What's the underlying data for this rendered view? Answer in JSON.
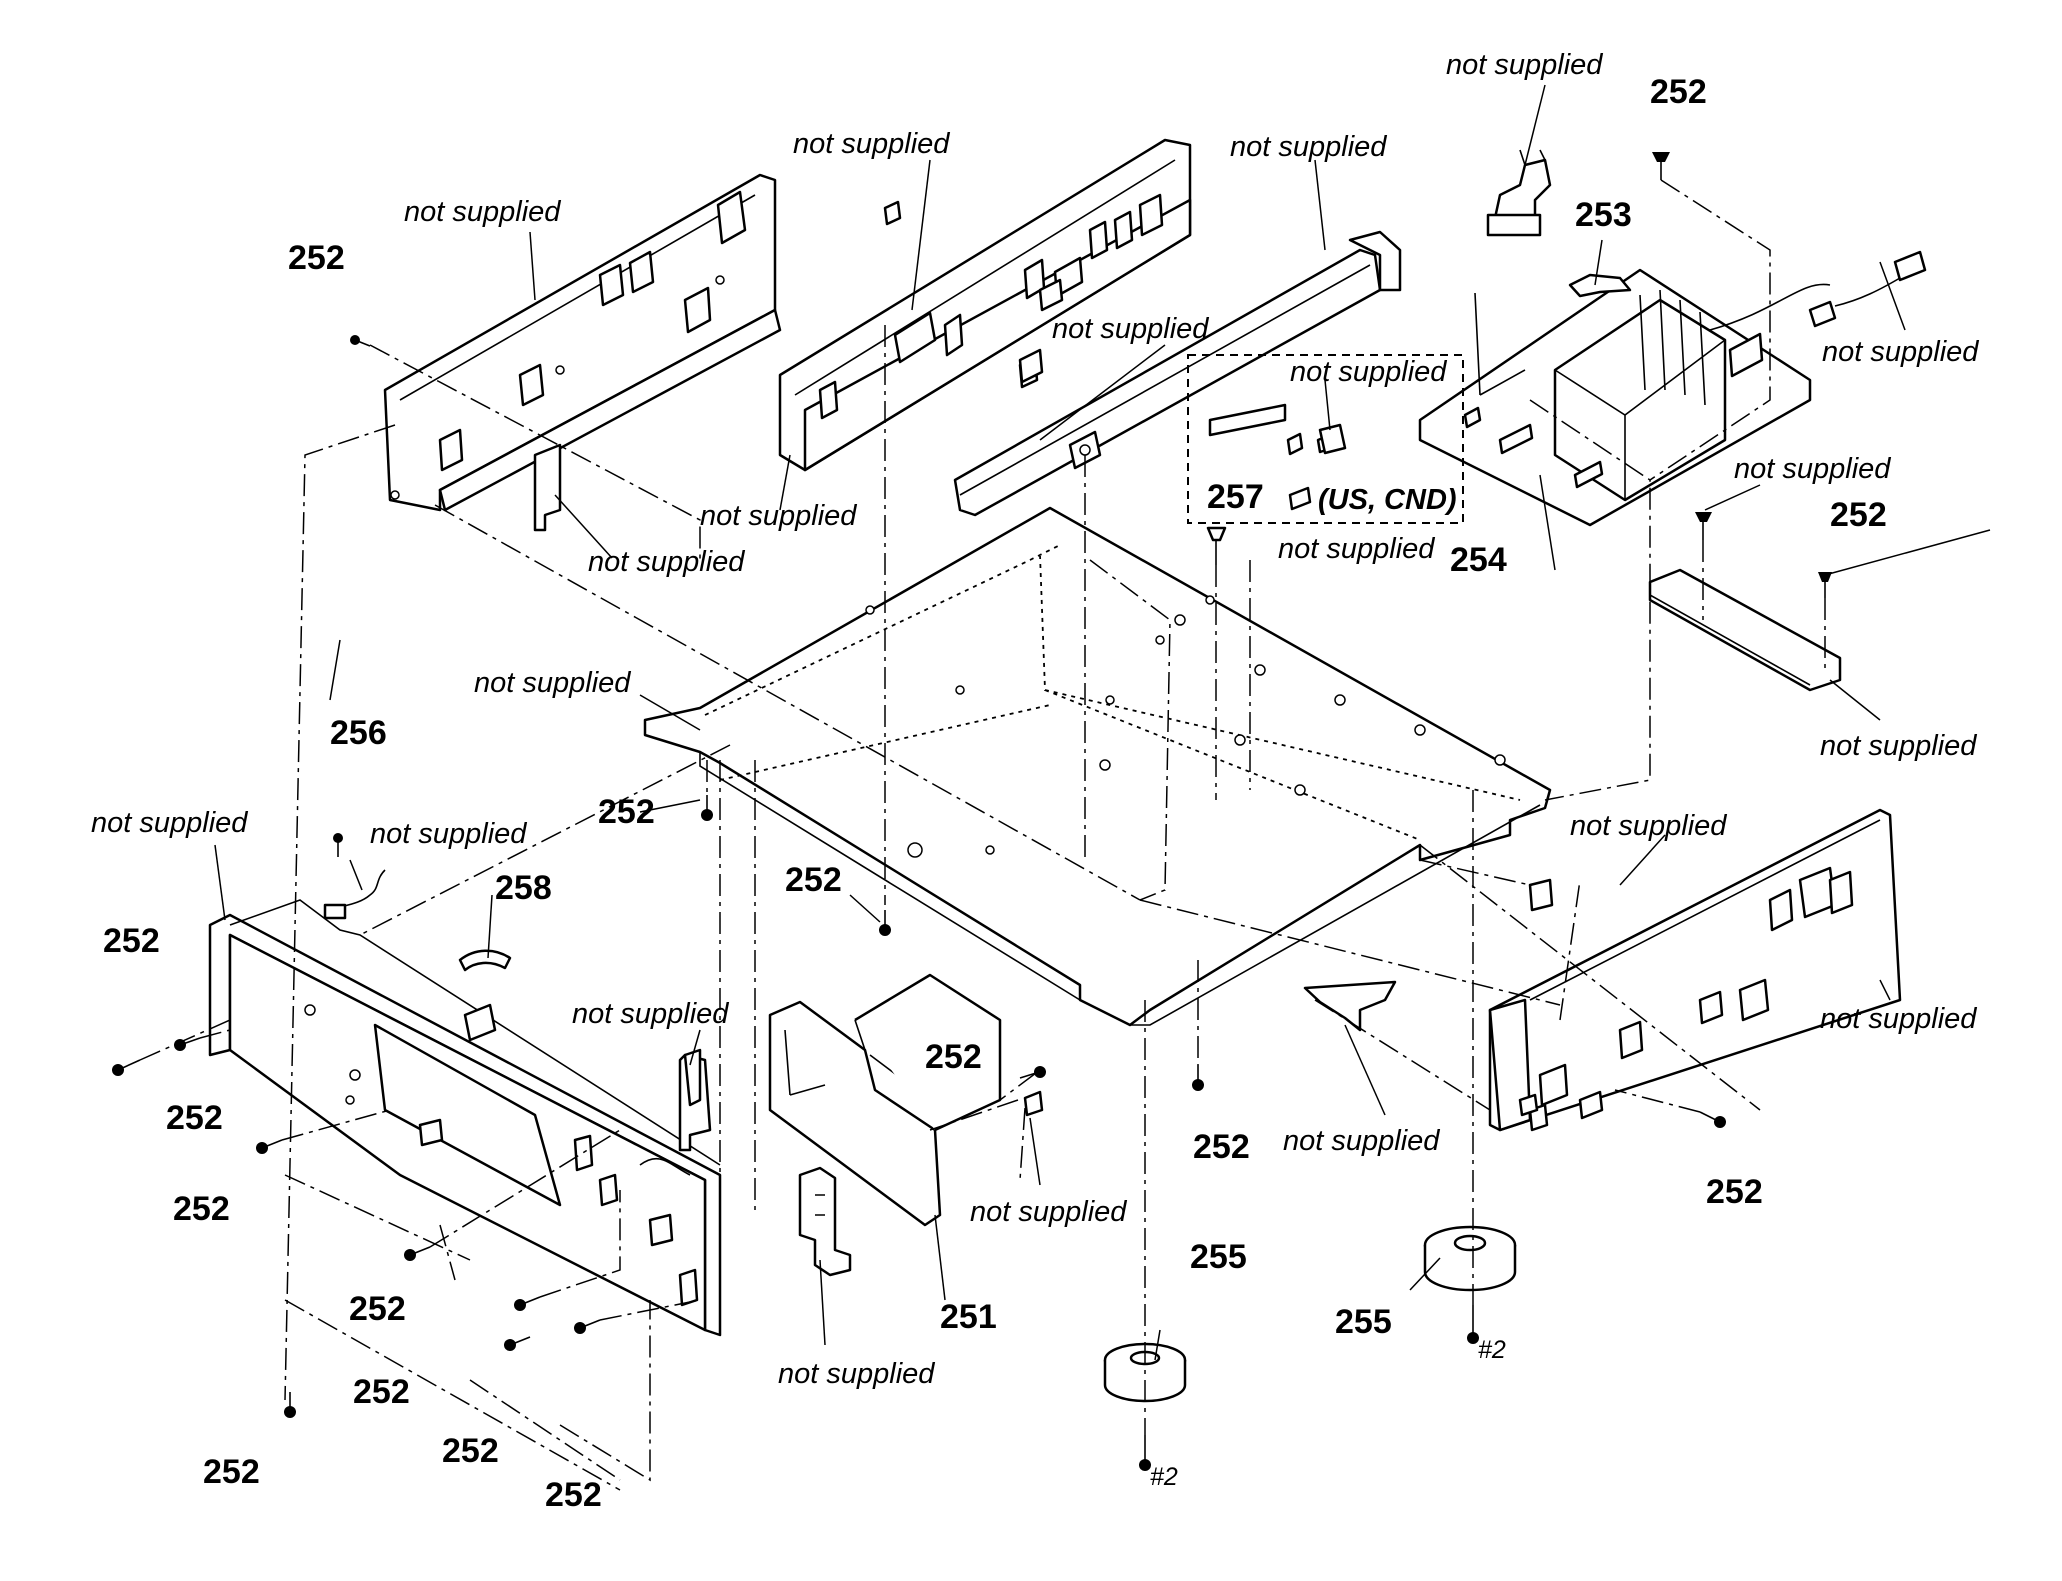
{
  "labels": {
    "not_supplied": "not supplied",
    "region": "(US, CND)",
    "screw_size": "#2"
  },
  "parts": {
    "p251": "251",
    "p252": "252",
    "p253": "253",
    "p254": "254",
    "p255": "255",
    "p256": "256",
    "p257": "257",
    "p258": "258"
  },
  "colors": {
    "ink": "#000000",
    "paper": "#ffffff"
  }
}
